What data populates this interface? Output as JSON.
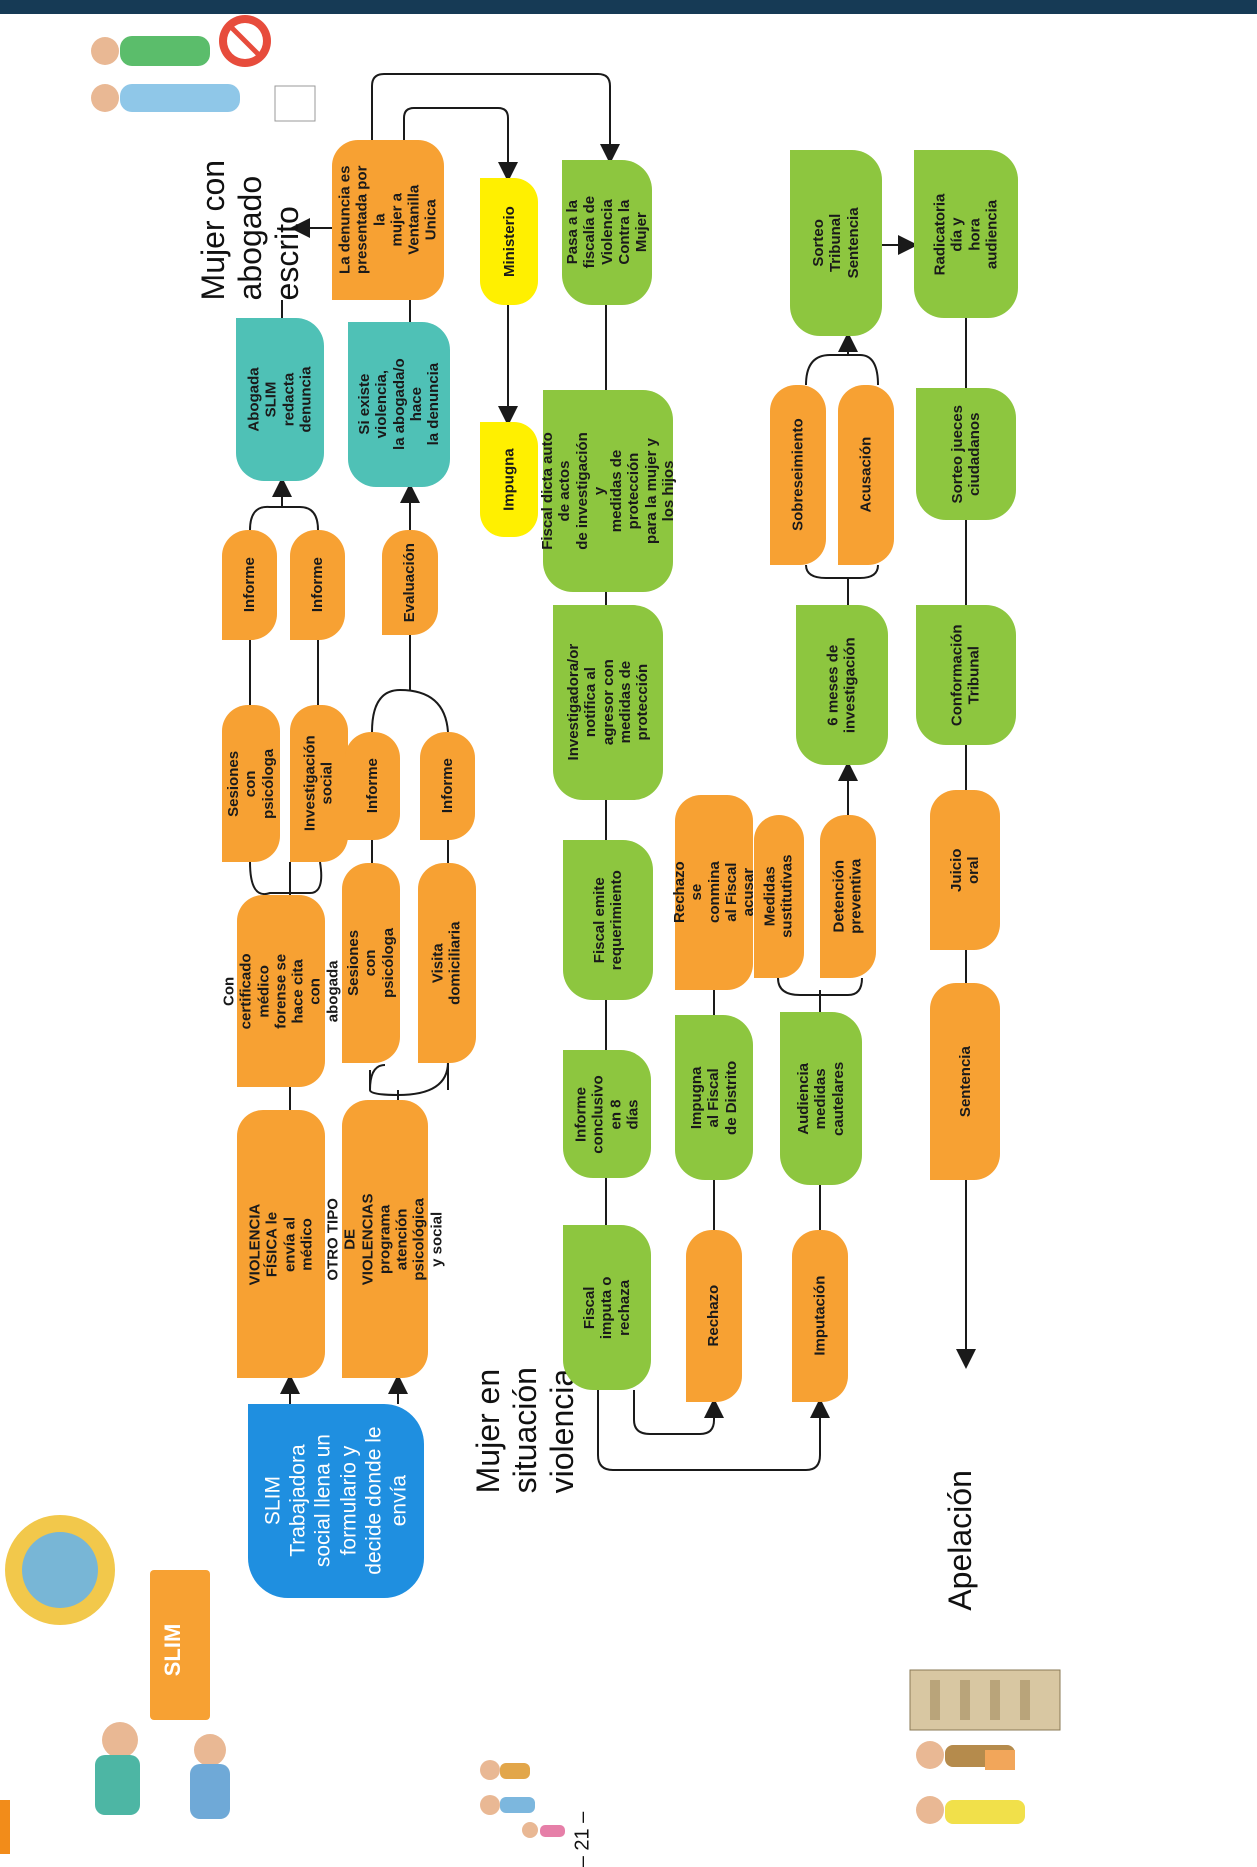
{
  "page_number": "– 21 –",
  "side_labels": {
    "mujer_abogado": "Mujer con\nabogado\nescrito",
    "mujer_situacion": "Mujer en\nsituación\nviolencia",
    "apelacion": "Apelación"
  },
  "nodes": {
    "slim": "SLIM\nTrabajadora\nsocial llena un\nformulario y\ndecide donde le\nenvía",
    "violencia_fisica": "VIOLENCIA FÍSICA le\nenvía al médico",
    "otro_tipo": "OTRO TIPO DE\nVIOLENCIAS\nprograma atención\npsicológica y social",
    "certificado": "Con certificado\nmédico forense se\nhace cita con\nabogada",
    "sesiones_psicologa_1": "Sesiones con psicóloga",
    "investigacion_social": "Investigación social",
    "informe_1": "Informe",
    "informe_2": "Informe",
    "abogada_slim": "Abogada SLIM\nredacta denuncia",
    "sesiones_psicologa_2": "Sesiones con\npsicóloga",
    "visita_domiciliaria": "Visita domiciliaria",
    "informe_3": "Informe",
    "informe_4": "Informe",
    "evaluacion": "Evaluación",
    "si_existe": "Si existe violencia,\nla abogada/o hace\nla denuncia",
    "denuncia_presentada": "La denuncia es\npresentada por la\nmujer a Ventanilla\nUnica",
    "ministerio": "Ministerio",
    "impugna": "Impugna",
    "pasa_fiscalia": "Pasa a la fiscalía de\nViolencia Contra la\nMujer",
    "fiscal_dicta": "Fiscal dicta auto de actos\nde investigación y\nmedidas de protección\npara la mujer y los hijos",
    "investigador_notifica": "Investigadora/or\nnotifica al agresor con\nmedidas de\nprotección",
    "fiscal_emite": "Fiscal emite\nrequerimiento",
    "informe_conclusivo": "Informe\nconclusivo en 8\ndías",
    "fiscal_imputa": "Fiscal imputa o\nrechaza",
    "rechazo": "Rechazo",
    "impugna_fiscal": "Impugna al Fiscal\nde Distrito",
    "rechazo_conmina": "Rechazo se conmina\nal Fiscal acusar",
    "imputacion": "Imputación",
    "audiencia": "Audiencia\nmedidas\ncautelares",
    "medidas_sustitutivas": "Medidas sustitutivas",
    "detencion": "Detención preventiva",
    "seis_meses": "6 meses de\ninvestigación",
    "sobreseimiento": "Sobreseimiento",
    "acusacion": "Acusación",
    "sorteo_tribunal": "Sorteo Tribunal\nSentencia",
    "radicatoria": "Radicatoria día y\nhora audiencia",
    "sorteo_jueces": "Sorteo jueces\nciudadanos",
    "conformacion": "Conformación\nTribunal",
    "juicio_oral": "Juicio oral",
    "sentencia": "Sentencia"
  },
  "colors": {
    "orange": "#f7a133",
    "green": "#8dc63f",
    "teal": "#4fc1b6",
    "yellow": "#fff000",
    "blue": "#1f8fe0",
    "line": "#1a1a1a"
  },
  "illustrations": [
    "people-at-slim-desk",
    "woman-and-man-arguing",
    "small-group-of-people",
    "family-at-courthouse"
  ]
}
